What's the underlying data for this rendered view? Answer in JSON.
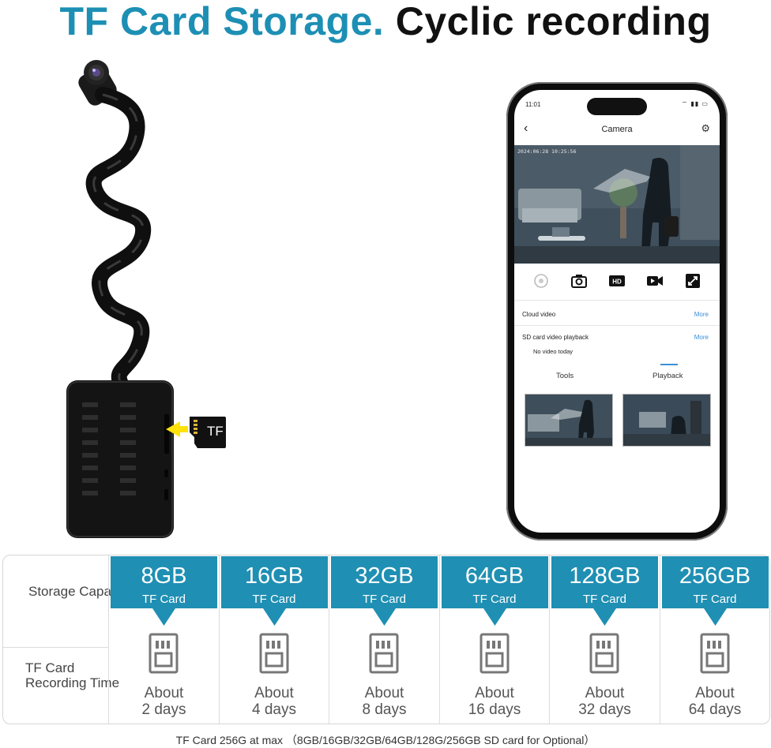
{
  "headline": {
    "part1": "TF Card Storage.",
    "part2": "Cyclic recording"
  },
  "device": {
    "card_label": "TF"
  },
  "phone": {
    "time": "11:01",
    "title": "Camera",
    "timestamp": "2024:06:28 10:25:56",
    "cloud_video_label": "Cloud video",
    "cloud_more": "More",
    "sd_label": "SD card video playback",
    "sd_more": "More",
    "no_video": "No video today",
    "tab_tools": "Tools",
    "tab_playback": "Playback",
    "hd_label": "HD"
  },
  "table": {
    "row1_label": "Storage Capacity",
    "row2_label": "TF Card Recording Time",
    "columns": [
      {
        "size": "8GB",
        "sub": "TF Card",
        "about": "About",
        "days": "2 days"
      },
      {
        "size": "16GB",
        "sub": "TF Card",
        "about": "About",
        "days": "4 days"
      },
      {
        "size": "32GB",
        "sub": "TF Card",
        "about": "About",
        "days": "8 days"
      },
      {
        "size": "64GB",
        "sub": "TF Card",
        "about": "About",
        "days": "16 days"
      },
      {
        "size": "128GB",
        "sub": "TF Card",
        "about": "About",
        "days": "32 days"
      },
      {
        "size": "256GB",
        "sub": "TF Card",
        "about": "About",
        "days": "64 days"
      }
    ]
  },
  "footer": "TF Card 256G at max （8GB/16GB/32GB/64GB/128G/256GB SD card for Optional）",
  "colors": {
    "accent": "#1d8fb4",
    "banner": "#1f8fb3"
  }
}
